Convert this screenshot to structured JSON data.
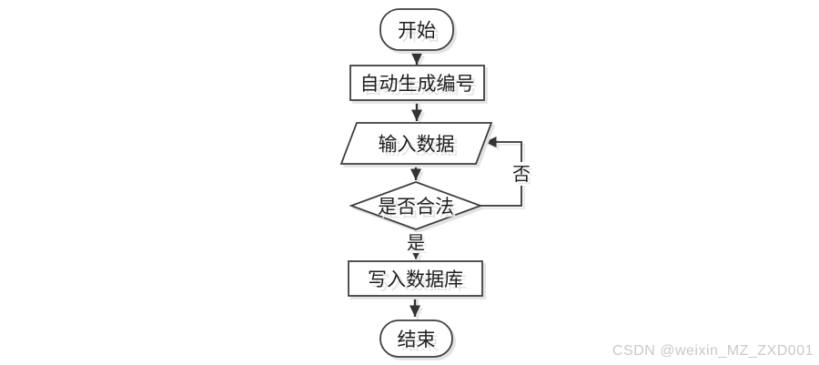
{
  "watermark": {
    "text": "CSDN @weixin_MZ_ZXD001",
    "color": "#c9c9c9"
  },
  "flowchart": {
    "colors": {
      "shape_stroke": "#3f3f3f",
      "shape_fill": "#ffffff",
      "arrow": "#333333",
      "shadow": "#e3e3e3",
      "text": "#1f1f1f"
    },
    "nodes": [
      {
        "id": "start",
        "type": "terminator",
        "label": "开始"
      },
      {
        "id": "generate-id",
        "type": "process",
        "label": "自动生成编号"
      },
      {
        "id": "input-data",
        "type": "io-parallelogram",
        "label": "输入数据"
      },
      {
        "id": "validate",
        "type": "decision",
        "label": "是否合法"
      },
      {
        "id": "write-db",
        "type": "process",
        "label": "写入数据库"
      },
      {
        "id": "end",
        "type": "terminator",
        "label": "结束"
      }
    ],
    "edges": [
      {
        "from": "start",
        "to": "generate-id",
        "label": ""
      },
      {
        "from": "generate-id",
        "to": "input-data",
        "label": ""
      },
      {
        "from": "input-data",
        "to": "validate",
        "label": ""
      },
      {
        "from": "validate",
        "to": "write-db",
        "label": "是"
      },
      {
        "from": "validate",
        "to": "input-data",
        "label": "否"
      },
      {
        "from": "write-db",
        "to": "end",
        "label": ""
      }
    ]
  }
}
